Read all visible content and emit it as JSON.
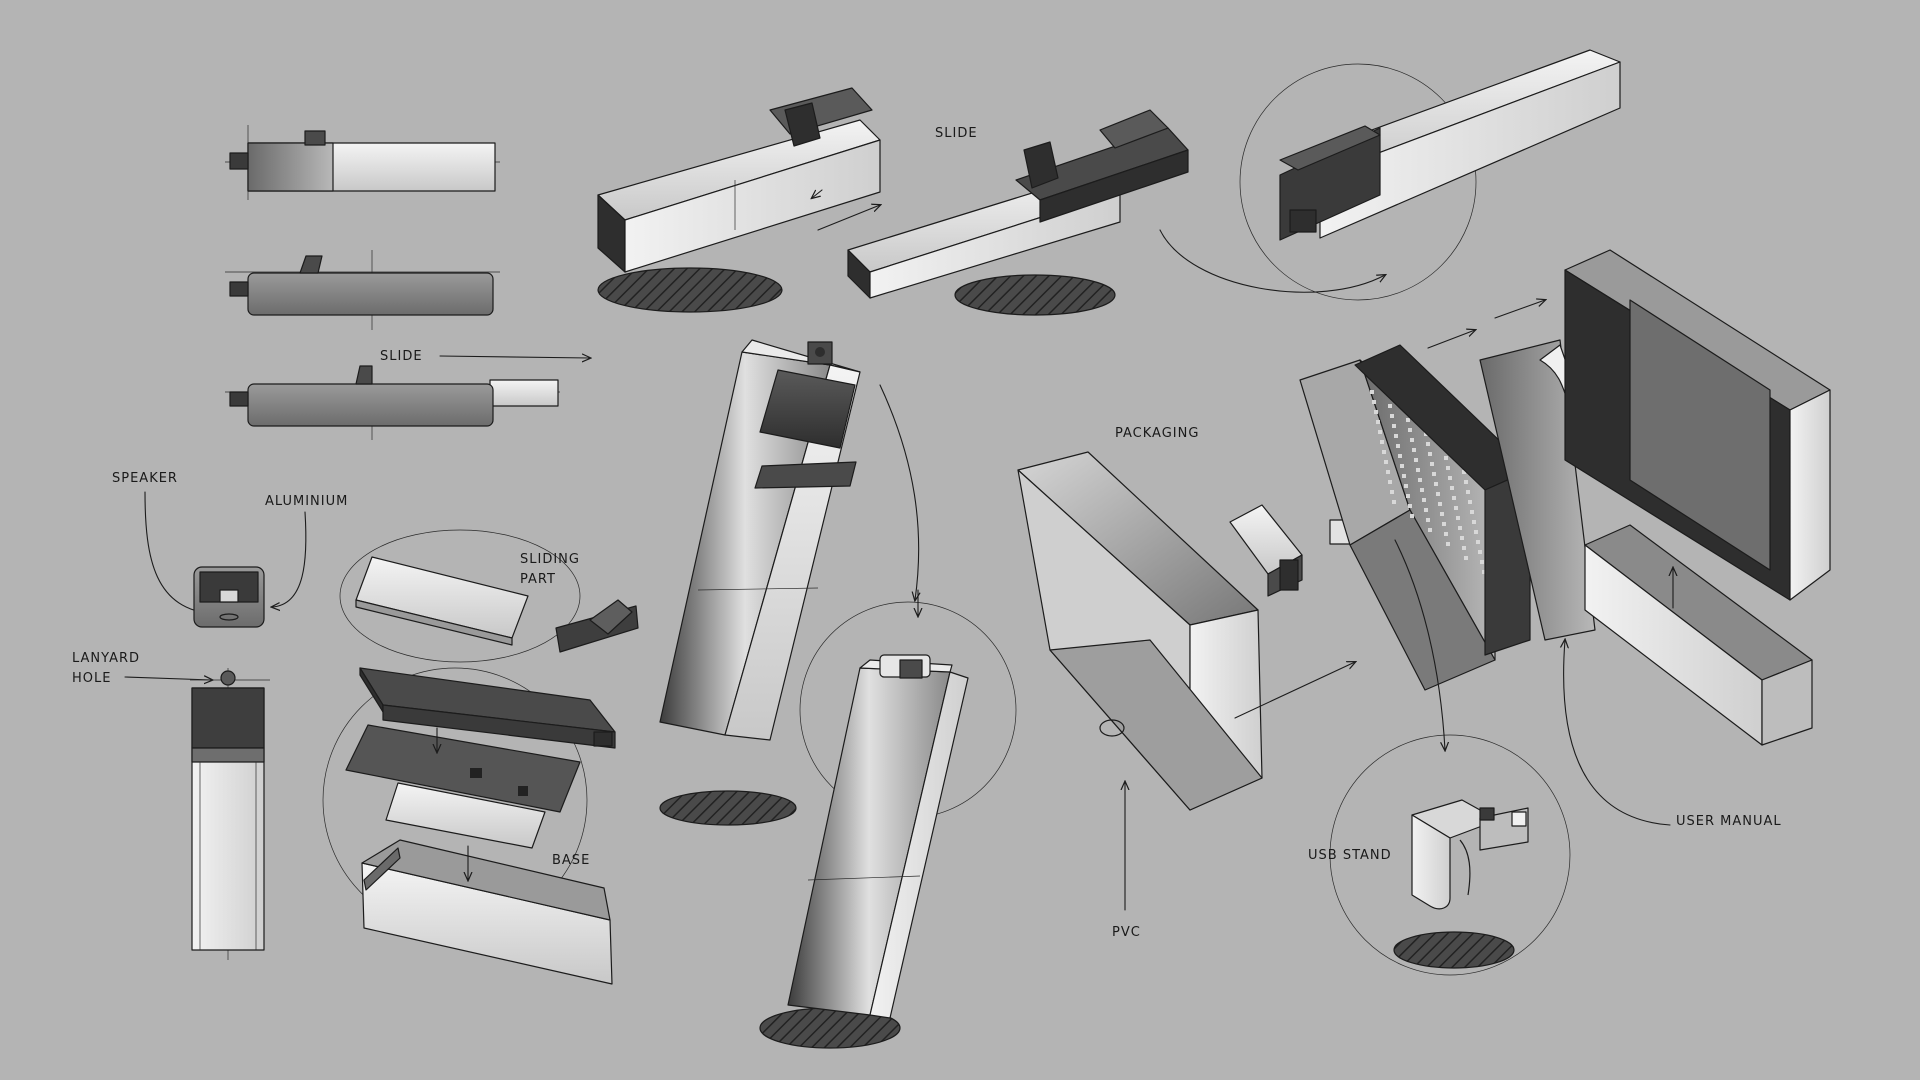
{
  "title": "",
  "labels": {
    "slide_top": "SLIDE",
    "slide_side": "SLIDE",
    "speaker": "SPEAKER",
    "aluminium": "ALUMINIUM",
    "lanyard_1": "LANYARD",
    "lanyard_2": "HOLE",
    "sliding_1": "SLIDING",
    "sliding_2": "PART",
    "base": "BASE",
    "packaging": "PACKAGING",
    "pvc": "PVC",
    "usb_stand": "USB STAND",
    "user_manual": "USER MANUAL"
  },
  "colors": {
    "background": "#b4b4b4",
    "ink": "#1c1c1c",
    "dark_part": "#4a4a4a",
    "light_part": "#e6e6e6"
  }
}
